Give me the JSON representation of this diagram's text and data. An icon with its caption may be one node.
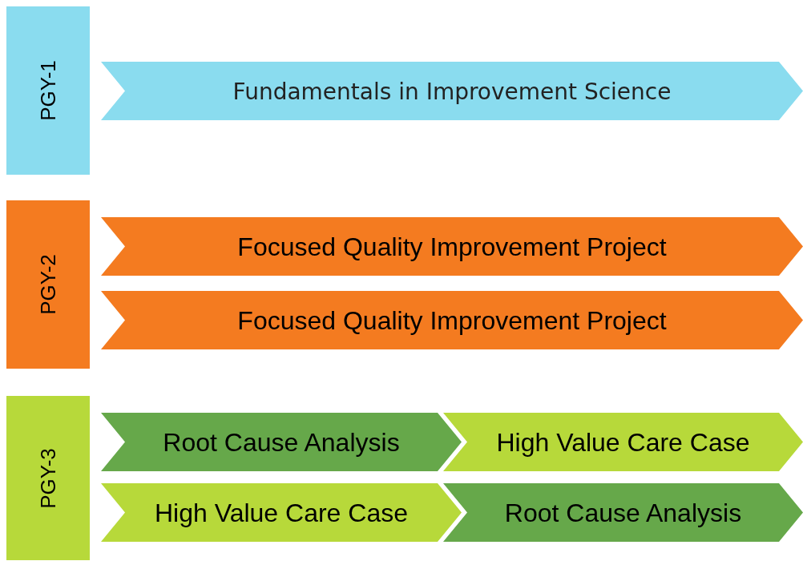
{
  "diagram": {
    "nodes": [
      {
        "text": [
          "PGY-1"
        ]
      },
      {
        "text": [
          "Fundamentals in Improvement Science"
        ]
      },
      {
        "text": [
          "PGY-2"
        ]
      },
      {
        "text": [
          "Focused Quality Improvement Project"
        ]
      },
      {
        "text": [
          "Focused Quality Improvement Project"
        ]
      },
      {
        "text": [
          "PGY-3"
        ]
      },
      {
        "text": [
          "Root Cause Analysis"
        ]
      },
      {
        "text": [
          "High Value Care Case"
        ]
      },
      {
        "text": [
          "High Value Care Case"
        ]
      },
      {
        "text": [
          "Root Cause Analysis"
        ]
      }
    ],
    "edges": []
  }
}
